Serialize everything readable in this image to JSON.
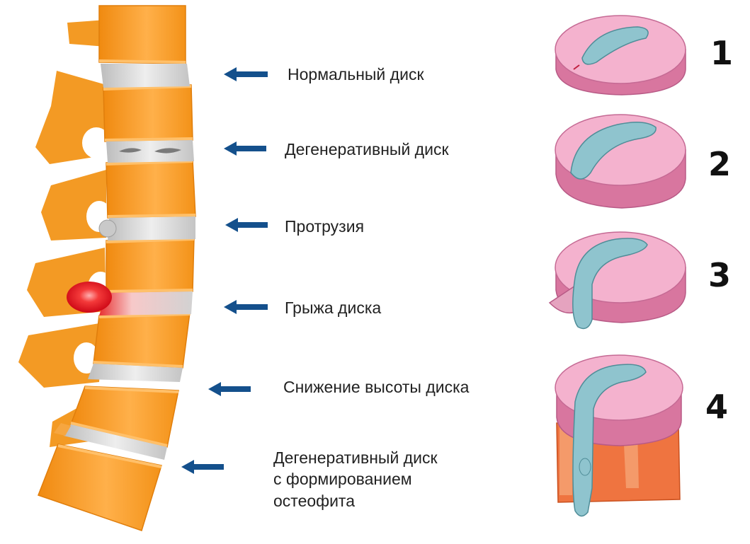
{
  "labels": [
    {
      "text": "Нормальный диск"
    },
    {
      "text": "Дегенеративный диск"
    },
    {
      "text": "Протрузия"
    },
    {
      "text": "Грыжа диска"
    },
    {
      "text": "Снижение высоты диска"
    },
    {
      "lines": [
        "Дегенеративный диск",
        "с формированием",
        "остеофита"
      ]
    }
  ],
  "stages": [
    "1",
    "2",
    "3",
    "4"
  ],
  "colors": {
    "bone": "#f7941d",
    "bone_light": "#ffb347",
    "disc": "#d0d0d0",
    "hernia": "#e8141c",
    "disc_outer": "#e48cb6",
    "disc_top": "#f4b2ce",
    "nucleus": "#8fc4ce",
    "arrow": "#14508c"
  }
}
